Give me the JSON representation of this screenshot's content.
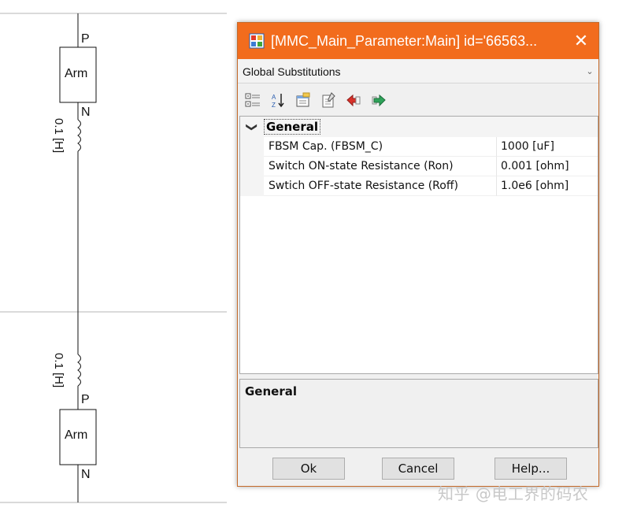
{
  "schematic": {
    "node_top_1": "P",
    "node_bottom_1": "N",
    "arm_1": "Arm",
    "inductor_1": "0.1 [H]",
    "inductor_2": "0.1 [H]",
    "node_top_2": "P",
    "arm_2": "Arm",
    "node_bottom_2": "N"
  },
  "dialog": {
    "title": "[MMC_Main_Parameter:Main] id='66563...",
    "close_glyph": "✕",
    "selector_value": "Global Substitutions",
    "selector_arrow": "⌄",
    "group": {
      "chevron": "❯",
      "label": "General"
    },
    "properties": [
      {
        "name": "FBSM Cap. (FBSM_C)",
        "value": "1000 [uF]"
      },
      {
        "name": "Switch ON-state Resistance (Ron)",
        "value": "0.001 [ohm]"
      },
      {
        "name": "Swtich OFF-state Resistance (Roff)",
        "value": "1.0e6 [ohm]"
      }
    ],
    "description_title": "General",
    "buttons": {
      "ok": "Ok",
      "cancel": "Cancel",
      "help": "Help..."
    }
  },
  "toolbar_icons": [
    "categorized-icon",
    "sort-az-icon",
    "property-pages-icon",
    "edit-icon",
    "import-icon",
    "export-icon"
  ],
  "colors": {
    "titlebar": "#f26c1d",
    "dialog_bg": "#f0f0f0"
  },
  "watermark": "知乎 @电工界的码农"
}
